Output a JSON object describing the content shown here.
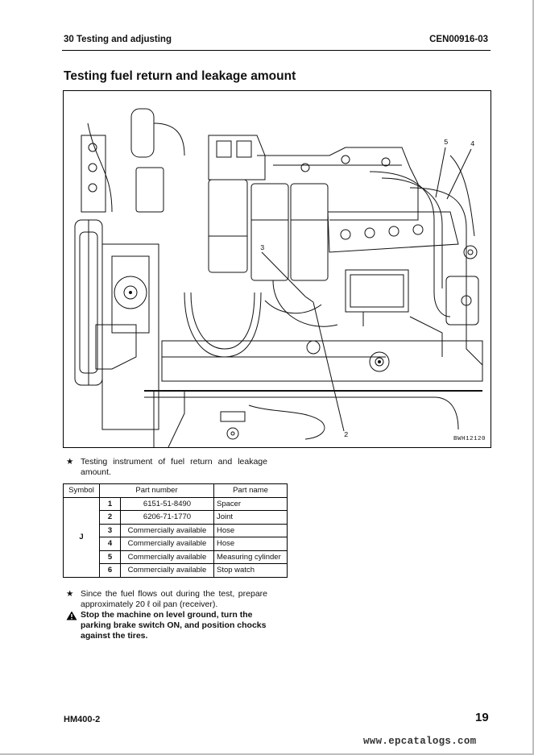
{
  "header": {
    "section": "30 Testing and adjusting",
    "doc_code": "CEN00916-03"
  },
  "title": "Testing fuel return and leakage amount",
  "figure": {
    "code": "BWH12120",
    "callouts": [
      "2",
      "3",
      "4",
      "5"
    ]
  },
  "instrument_note": {
    "marker": "★",
    "text": "Testing instrument of fuel return and leakage amount."
  },
  "parts_table": {
    "headers": [
      "Symbol",
      "Part number",
      "Part name"
    ],
    "symbol": "J",
    "rows": [
      {
        "no": "1",
        "part_number": "6151-51-8490",
        "part_name": "Spacer"
      },
      {
        "no": "2",
        "part_number": "6206-71-1770",
        "part_name": "Joint"
      },
      {
        "no": "3",
        "part_number": "Commercially available",
        "part_name": "Hose"
      },
      {
        "no": "4",
        "part_number": "Commercially available",
        "part_name": "Hose"
      },
      {
        "no": "5",
        "part_number": "Commercially available",
        "part_name": "Measuring cylinder"
      },
      {
        "no": "6",
        "part_number": "Commercially available",
        "part_name": "Stop watch"
      }
    ]
  },
  "fuel_note": {
    "marker": "★",
    "text": "Since the fuel flows out during the test, prepare approximately 20 ℓ oil pan (receiver)."
  },
  "warning": {
    "icon": "warning-triangle-icon",
    "text": "Stop the machine on level ground, turn the parking brake switch ON, and position chocks against the tires."
  },
  "footer": {
    "model": "HM400-2",
    "page": "19"
  },
  "watermark": "www.epcatalogs.com"
}
